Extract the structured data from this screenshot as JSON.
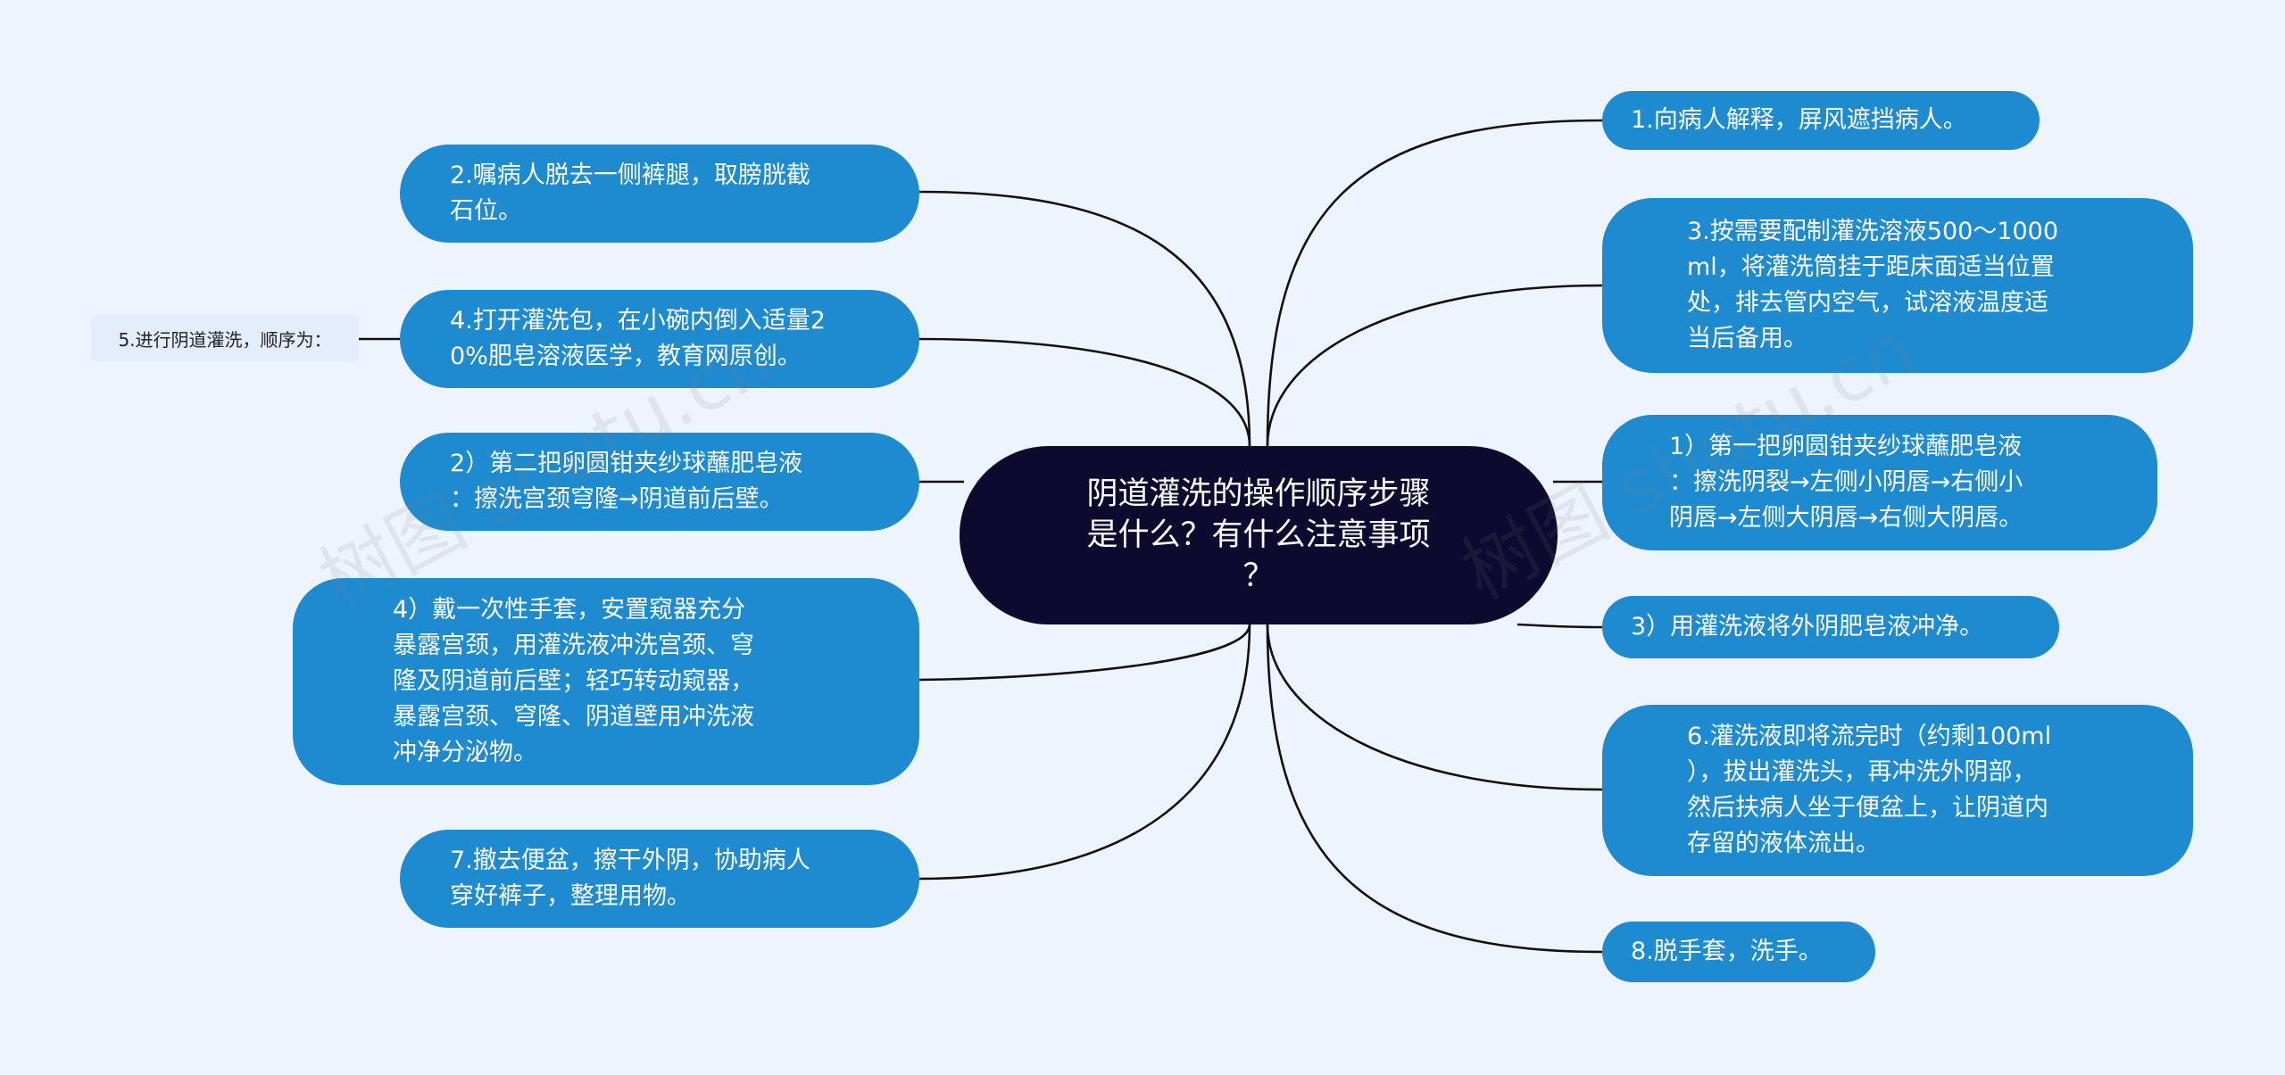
{
  "root": {
    "text": "阴道灌洗的操作顺序步骤\n是什么？有什么注意事项\n？"
  },
  "left_nodes": [
    {
      "id": "n2",
      "text": "2.嘱病人脱去一侧裤腿，取膀胱截\n石位。"
    },
    {
      "id": "n4",
      "text": "4.打开灌洗包，在小碗内倒入适量2\n0%肥皂溶液医学，教育网原创。"
    },
    {
      "id": "n5b",
      "text": "2）第二把卵圆钳夹纱球蘸肥皂液\n：擦洗宫颈穹隆→阴道前后壁。"
    },
    {
      "id": "n5d",
      "text": "4）戴一次性手套，安置窥器充分\n暴露宫颈，用灌洗液冲洗宫颈、穹\n隆及阴道前后壁；轻巧转动窥器，\n暴露宫颈、穹隆、阴道壁用冲洗液\n冲净分泌物。"
    },
    {
      "id": "n7",
      "text": "7.撤去便盆，擦干外阴，协助病人\n穿好裤子，整理用物。"
    }
  ],
  "right_nodes": [
    {
      "id": "n1",
      "text": "1.向病人解释，屏风遮挡病人。"
    },
    {
      "id": "n3",
      "text": "3.按需要配制灌洗溶液500～1000\nml，将灌洗筒挂于距床面适当位置\n处，排去管内空气，试溶液温度适\n当后备用。"
    },
    {
      "id": "n5a",
      "text": "1）第一把卵圆钳夹纱球蘸肥皂液\n：擦洗阴裂→左侧小阴唇→右侧小\n阴唇→左侧大阴唇→右侧大阴唇。"
    },
    {
      "id": "n5c",
      "text": "3）用灌洗液将外阴肥皂液冲净。"
    },
    {
      "id": "n6",
      "text": "6.灌洗液即将流完时（约剩100ml\n），拔出灌洗头，再冲洗外阴部，\n然后扶病人坐于便盆上，让阴道内\n存留的液体流出。"
    },
    {
      "id": "n8",
      "text": "8.脱手套，洗手。"
    }
  ],
  "side_label": {
    "text": "5.进行阴道灌洗，顺序为："
  },
  "watermarks": [
    "树图 shutu.cn",
    "树图 shutu.cn"
  ],
  "colors": {
    "background": "#eef4fd",
    "node": "#1e8bd0",
    "root": "#0c0a2e",
    "line": "#111111",
    "side_label_bg": "#e3edfb"
  }
}
